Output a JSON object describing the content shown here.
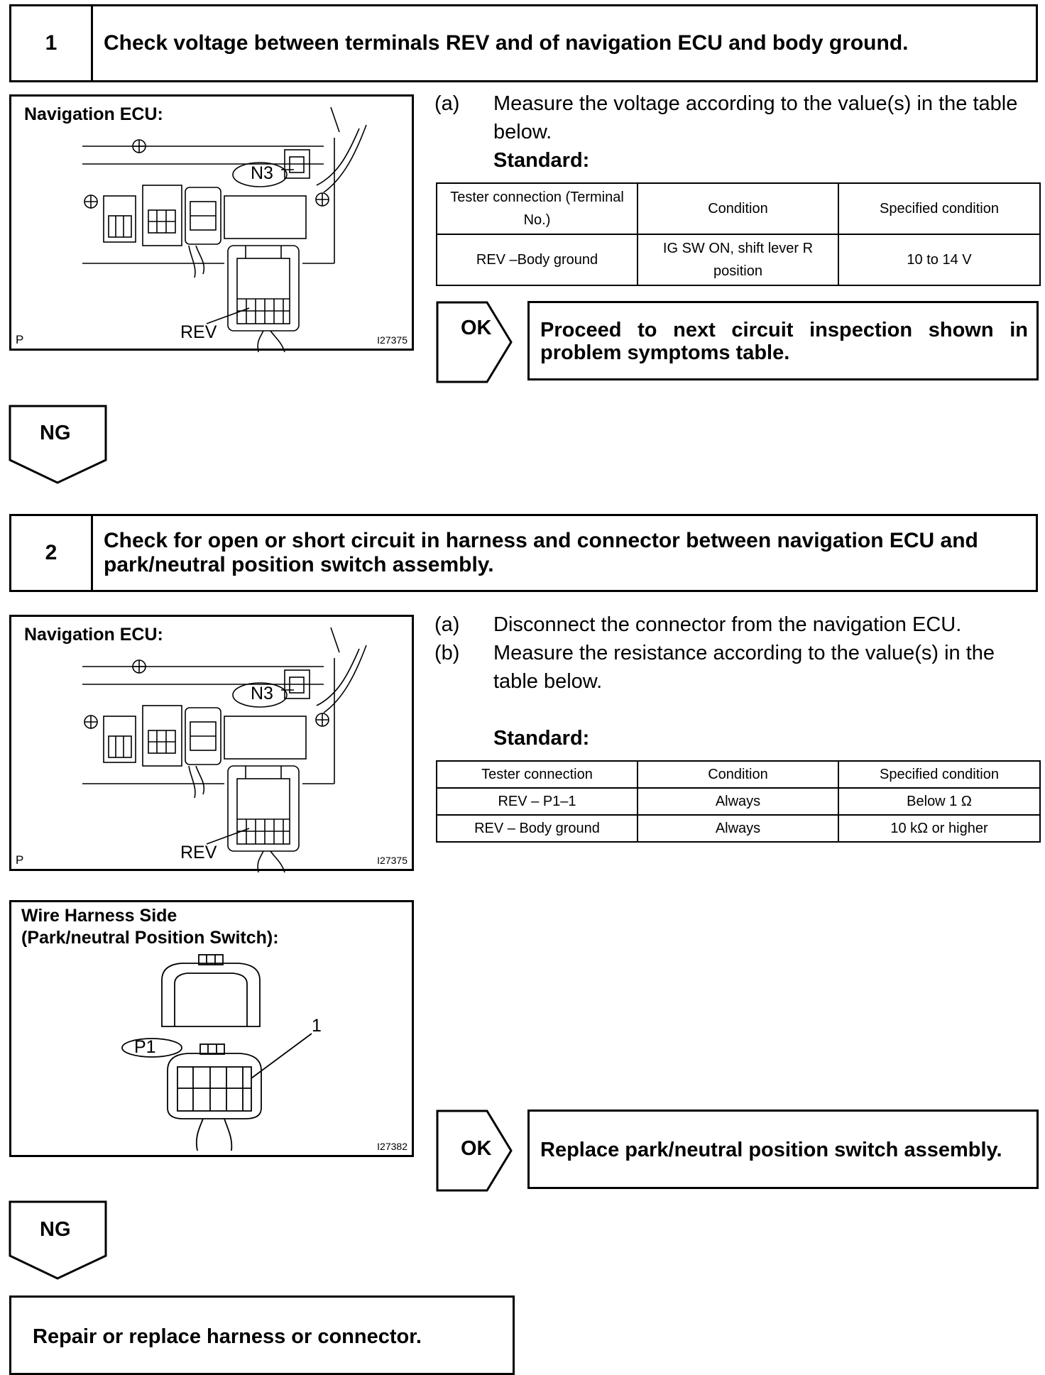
{
  "step1": {
    "number": "1",
    "title": "Check voltage between terminals REV and of navigation ECU and body ground.",
    "illustration": {
      "title": "Navigation ECU:",
      "connector_label": "N3",
      "terminal_label": "REV",
      "code": "I27375",
      "corner_letter": "P"
    },
    "instructions": [
      {
        "letter": "(a)",
        "text": "Measure the voltage according to the value(s) in the table below."
      }
    ],
    "standard_label": "Standard:",
    "table": {
      "headers": [
        "Tester connection (Terminal No.)",
        "Condition",
        "Specified condition"
      ],
      "rows": [
        [
          "REV –Body ground",
          "IG SW ON, shift lever R position",
          "10 to 14 V"
        ]
      ]
    },
    "ok_label": "OK",
    "ok_text": "Proceed to next circuit inspection shown in problem symptoms table.",
    "ng_label": "NG"
  },
  "step2": {
    "number": "2",
    "title": "Check for open or short circuit in harness and connector between navigation ECU and park/neutral position switch assembly.",
    "illustration1": {
      "title": "Navigation ECU:",
      "connector_label": "N3",
      "terminal_label": "REV",
      "code": "I27375",
      "corner_letter": "P"
    },
    "illustration2": {
      "title_line1": "Wire Harness Side",
      "title_line2": "(Park/neutral Position Switch):",
      "connector_label": "P1",
      "pin_label": "1",
      "code": "I27382"
    },
    "instructions": [
      {
        "letter": "(a)",
        "text": "Disconnect the connector from the navigation ECU."
      },
      {
        "letter": "(b)",
        "text": "Measure the resistance according to the value(s) in the table below."
      }
    ],
    "standard_label": "Standard:",
    "table": {
      "headers": [
        "Tester connection",
        "Condition",
        "Specified condition"
      ],
      "rows": [
        [
          "REV – P1–1",
          "Always",
          "Below 1 Ω"
        ],
        [
          "REV – Body ground",
          "Always",
          "10 kΩ or higher"
        ]
      ]
    },
    "ok_label": "OK",
    "ok_text": "Replace park/neutral position switch assembly.",
    "ng_label": "NG",
    "final_text": "Repair or replace harness or connector."
  }
}
